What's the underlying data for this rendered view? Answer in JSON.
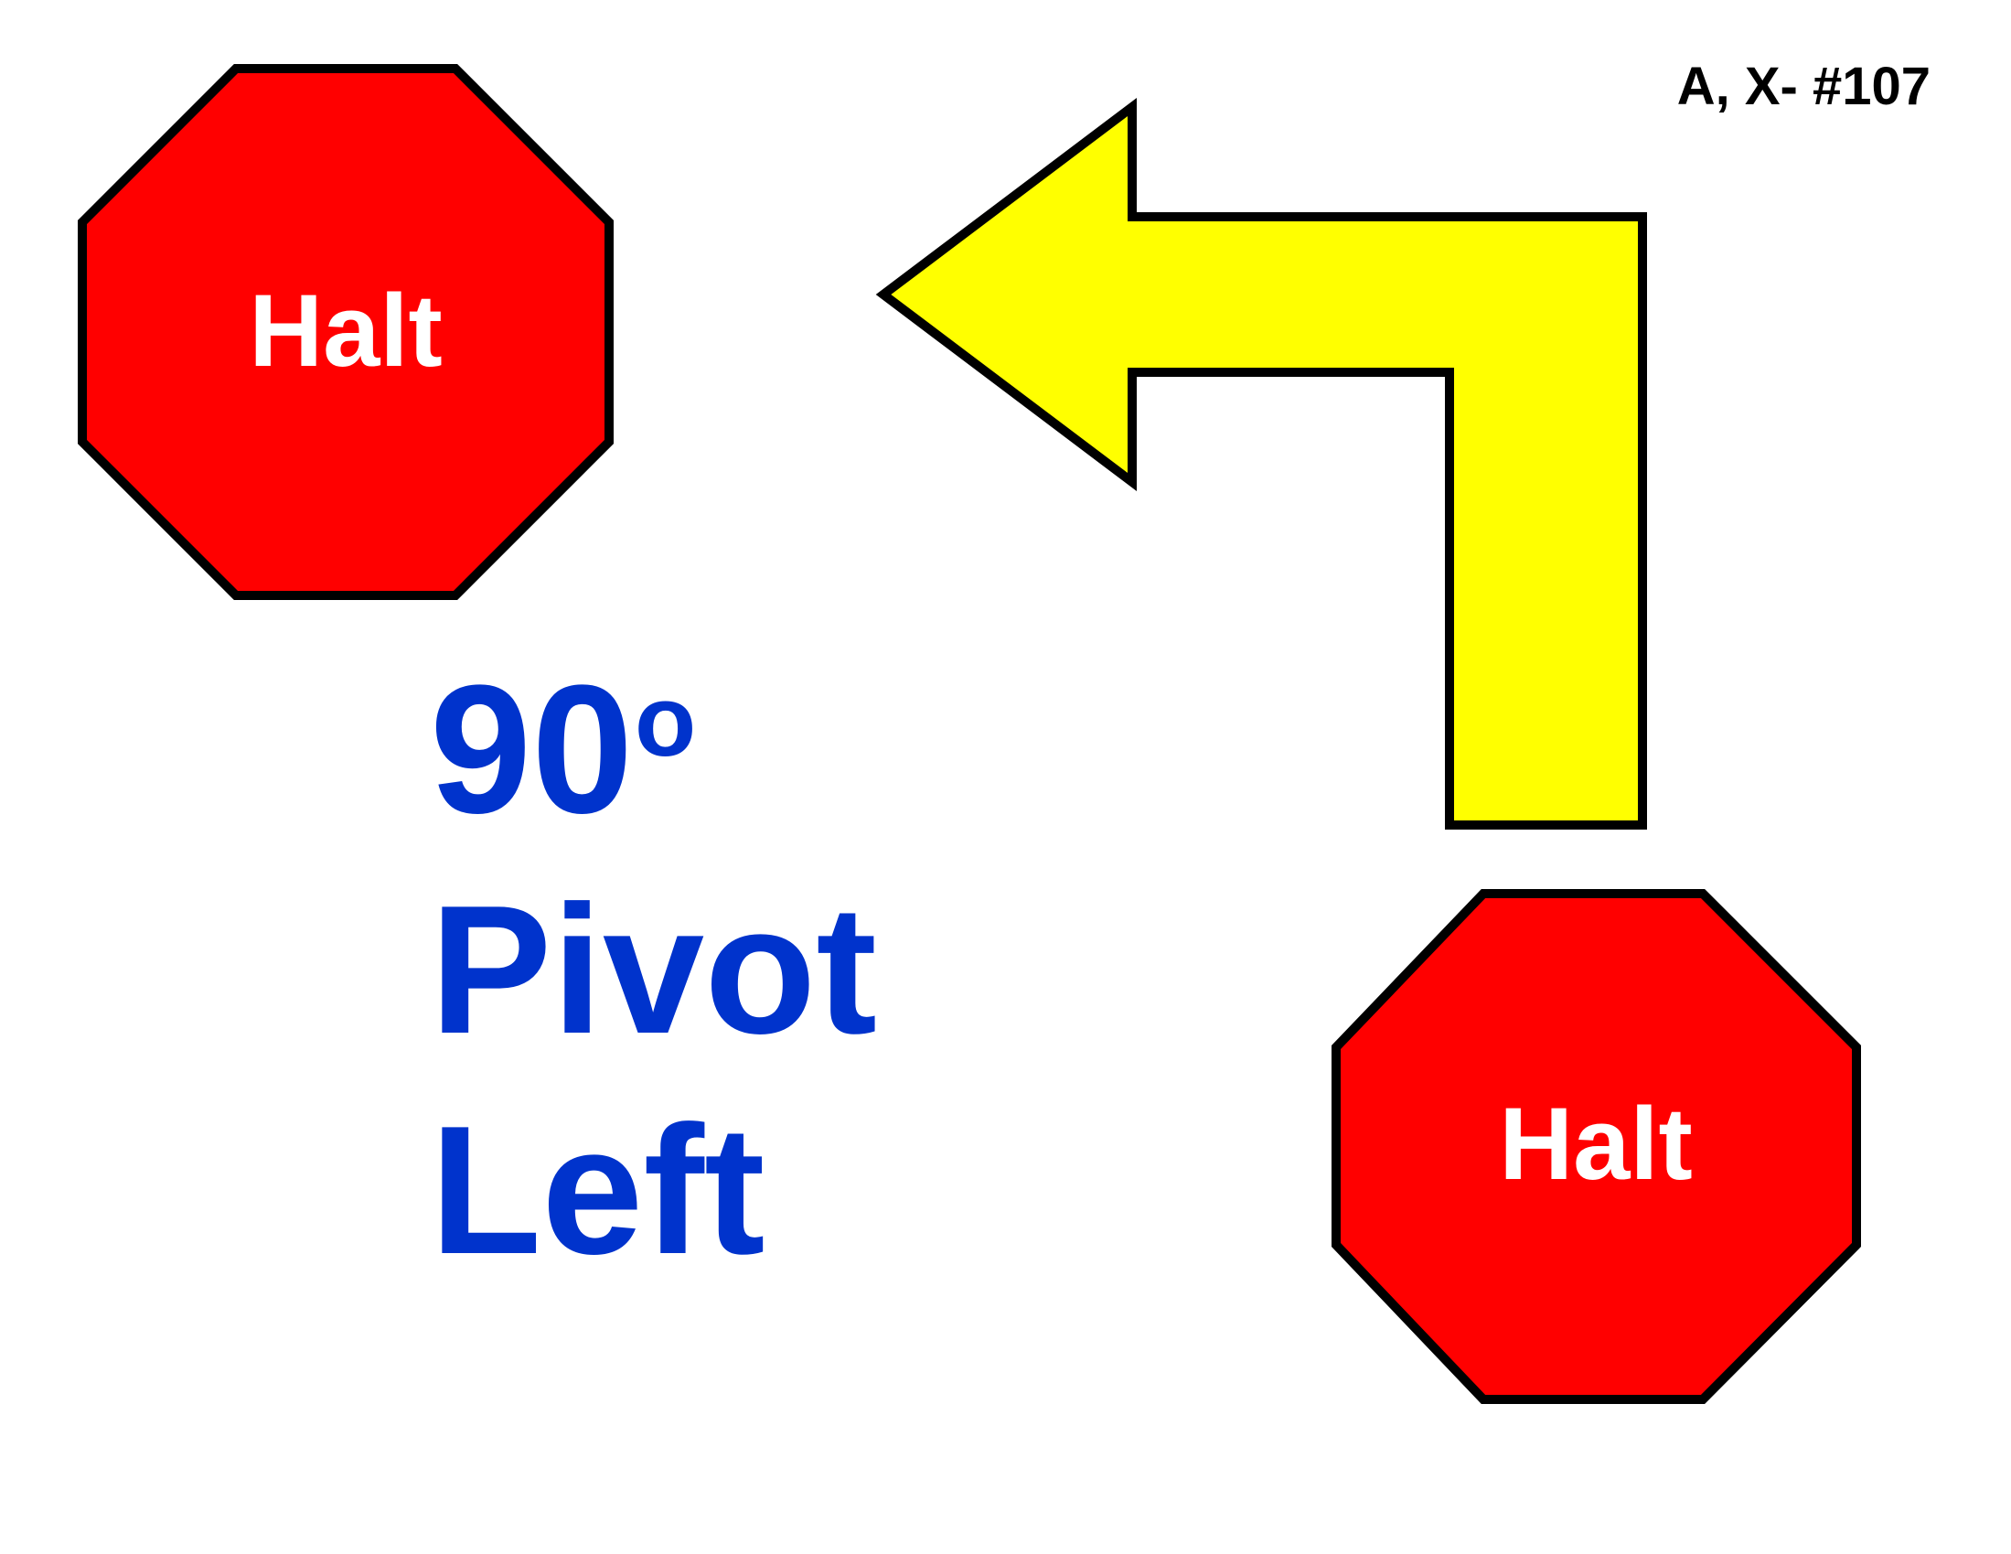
{
  "sign": {
    "code": "A, X- #107",
    "angle": "90",
    "degree_symbol": "o",
    "line1": "Pivot",
    "line2": "Left",
    "halt_top": "Halt",
    "halt_bottom": "Halt"
  },
  "colors": {
    "halt_fill": "#ff0000",
    "halt_text": "#ffffff",
    "arrow_fill": "#ffff00",
    "outline": "#000000",
    "title_text": "#0033cc"
  },
  "icons": {
    "halt": "octagon-stop-sign",
    "direction": "left-turn-arrow"
  }
}
